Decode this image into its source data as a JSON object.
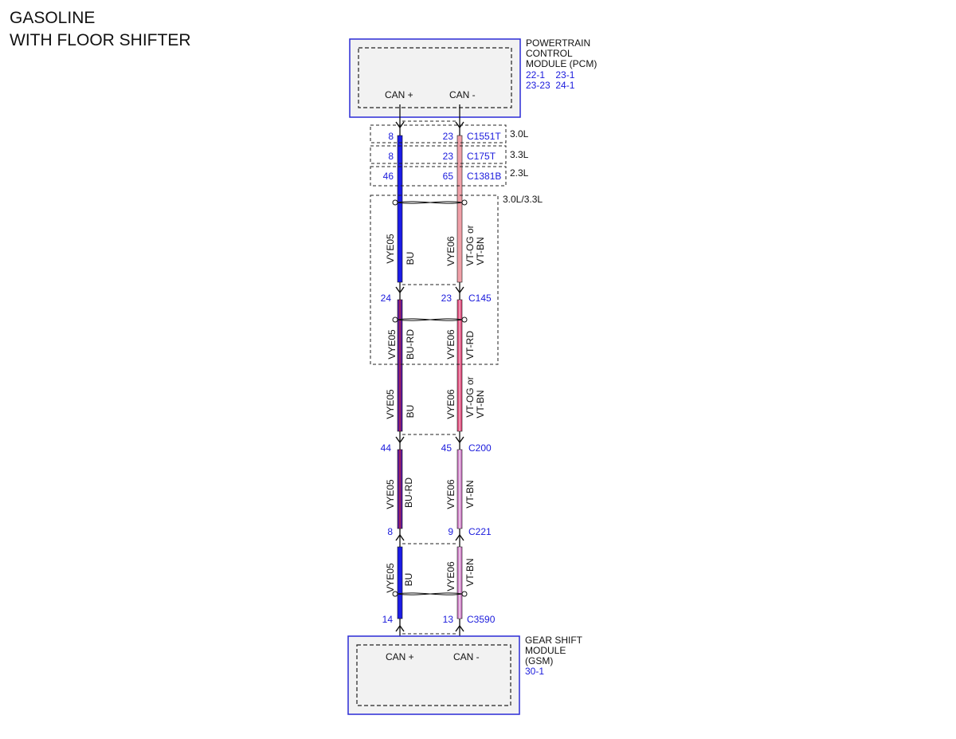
{
  "title": {
    "line1": "GASOLINE",
    "line2": "WITH FLOOR SHIFTER"
  },
  "colors": {
    "module_border": "#2b2bd6",
    "module_fill": "#f2f2f2",
    "ref_text": "#1a1adc",
    "wire_bu": "#1c1ce6",
    "wire_bu_rd": "#5a1a9a",
    "wire_vt_og": "#f0a0a8",
    "wire_vt_rd": "#e05080",
    "wire_vt_bn": "#d080c8"
  },
  "pcm": {
    "name_lines": [
      "POWERTRAIN",
      "CONTROL",
      "MODULE (PCM)"
    ],
    "refs_line1": "22-1    23-1",
    "refs_line2": "23-23  24-1",
    "pin_left": "CAN +",
    "pin_right": "CAN -"
  },
  "gsm": {
    "name_lines": [
      "GEAR SHIFT",
      "MODULE",
      "(GSM)"
    ],
    "refs_line1": "30-1",
    "pin_left": "CAN +",
    "pin_right": "CAN -"
  },
  "connectors": [
    {
      "id": "c1551t",
      "name": "C1551T",
      "pin_left": "8",
      "pin_right": "23",
      "note": "3.0L"
    },
    {
      "id": "c175t",
      "name": "C175T",
      "pin_left": "8",
      "pin_right": "23",
      "note": "3.3L"
    },
    {
      "id": "c1381b",
      "name": "C1381B",
      "pin_left": "46",
      "pin_right": "65",
      "note": "2.3L"
    },
    {
      "id": "c145",
      "name": "C145",
      "pin_left": "24",
      "pin_right": "23"
    },
    {
      "id": "c200",
      "name": "C200",
      "pin_left": "44",
      "pin_right": "45"
    },
    {
      "id": "c221",
      "name": "C221",
      "pin_left": "8",
      "pin_right": "9"
    },
    {
      "id": "c3590",
      "name": "C3590",
      "pin_left": "14",
      "pin_right": "13"
    }
  ],
  "variant_box_label": "3.0L/3.3L",
  "wire_segments": [
    {
      "left_circuit": "VYE05",
      "left_color": "BU",
      "right_circuit": "VYE06",
      "right_color_1": "VT-OG or",
      "right_color_2": "VT-BN"
    },
    {
      "left_circuit": "VYE05",
      "left_color": "BU-RD",
      "right_circuit": "VYE06",
      "right_color_1": "VT-RD"
    },
    {
      "left_circuit": "VYE05",
      "left_color": "BU",
      "right_circuit": "VYE06",
      "right_color_1": "VT-OG or",
      "right_color_2": "VT-BN"
    },
    {
      "left_circuit": "VYE05",
      "left_color": "BU-RD",
      "right_circuit": "VYE06",
      "right_color_1": "VT-BN"
    },
    {
      "left_circuit": "VYE05",
      "left_color": "BU",
      "right_circuit": "VYE06",
      "right_color_1": "VT-BN"
    }
  ]
}
